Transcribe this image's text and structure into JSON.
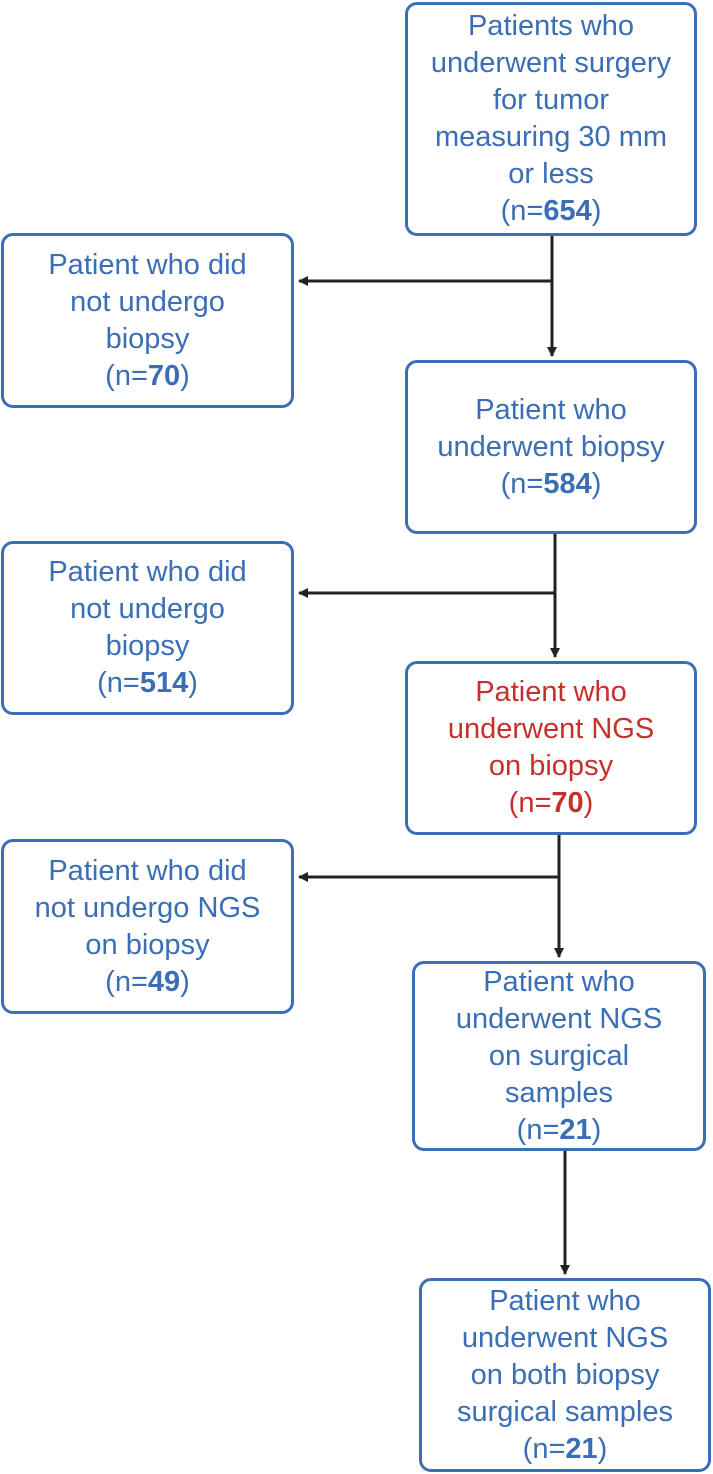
{
  "boxes": [
    {
      "id": "box-initial",
      "lines": [
        "Patients who",
        "underwent surgery",
        "for tumor",
        "measuring 30 mm",
        "or less"
      ],
      "count_prefix": "(n=",
      "count": "654",
      "count_suffix": ")",
      "highlight": false
    },
    {
      "id": "box-excluded-no-biopsy-1",
      "lines": [
        "Patient who did",
        "not undergo",
        "biopsy"
      ],
      "count_prefix": "(n=",
      "count": "70",
      "count_suffix": ")",
      "highlight": false
    },
    {
      "id": "box-underwent-biopsy",
      "lines": [
        "Patient who",
        "underwent biopsy"
      ],
      "count_prefix": "(n=",
      "count": "584",
      "count_suffix": ")",
      "highlight": false
    },
    {
      "id": "box-excluded-no-biopsy-2",
      "lines": [
        "Patient who did",
        "not undergo",
        "biopsy"
      ],
      "count_prefix": "(n=",
      "count": "514",
      "count_suffix": ")",
      "highlight": false
    },
    {
      "id": "box-ngs-on-biopsy",
      "lines": [
        "Patient who",
        "underwent NGS",
        "on biopsy"
      ],
      "count_prefix": "(n=",
      "count": "70",
      "count_suffix": ")",
      "highlight": true
    },
    {
      "id": "box-excluded-no-ngs",
      "lines": [
        "Patient who did",
        "not undergo NGS",
        "on biopsy"
      ],
      "count_prefix": "(n=",
      "count": "49",
      "count_suffix": ")",
      "highlight": false
    },
    {
      "id": "box-ngs-surgical",
      "lines": [
        "Patient who",
        "underwent NGS",
        "on surgical",
        "samples"
      ],
      "count_prefix": "(n=",
      "count": "21",
      "count_suffix": ")",
      "highlight": false
    },
    {
      "id": "box-ngs-both",
      "lines": [
        "Patient who",
        "underwent NGS",
        "on both biopsy",
        "surgical samples"
      ],
      "count_prefix": "(n=",
      "count": "21",
      "count_suffix": ")",
      "highlight": false
    }
  ],
  "colors": {
    "box_border": "#3a6eb5",
    "text": "#3a6eb5",
    "highlight_text": "#c8302c",
    "connector": "#222222"
  }
}
